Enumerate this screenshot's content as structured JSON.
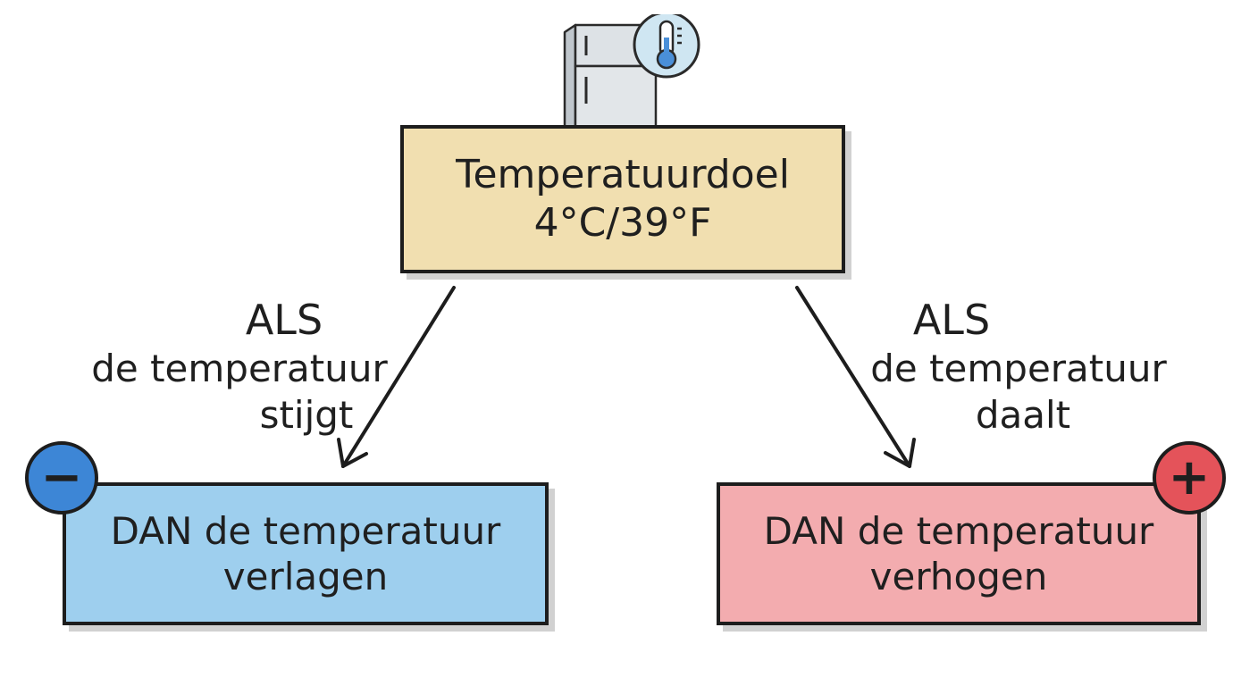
{
  "target": {
    "title": "Temperatuurdoel",
    "value": "4°C/39°F",
    "icon": "fridge-thermometer-icon",
    "color": "#f1dfb0"
  },
  "left_branch": {
    "condition_if": "ALS",
    "condition_line1": "de temperatuur",
    "condition_line2": "stijgt",
    "action_line1": "DAN de temperatuur",
    "action_line2": "verlagen",
    "badge_symbol": "−",
    "badge_icon": "minus-icon",
    "box_color": "#9ecfee",
    "badge_color": "#3d86d6"
  },
  "right_branch": {
    "condition_if": "ALS",
    "condition_line1": "de temperatuur",
    "condition_line2": "daalt",
    "action_line1": "DAN de temperatuur",
    "action_line2": "verhogen",
    "badge_symbol": "+",
    "badge_icon": "plus-icon",
    "box_color": "#f3acaf",
    "badge_color": "#e4535a"
  }
}
